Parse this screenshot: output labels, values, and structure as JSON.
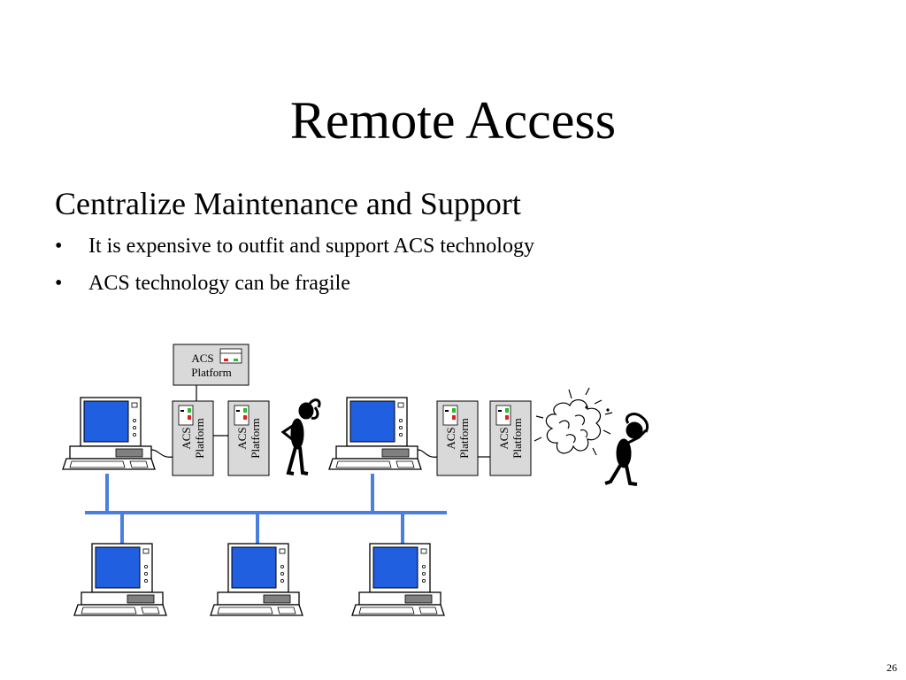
{
  "slide": {
    "title": "Remote Access",
    "heading": "Centralize Maintenance and Support",
    "bullets": [
      "It is expensive to outfit and support ACS technology",
      "ACS technology can be fragile"
    ],
    "bullet_glyph": "•",
    "page_number": "26"
  },
  "diagram": {
    "platform_line1": "ACS",
    "platform_line2": "Platform"
  },
  "colors": {
    "screen_blue": "#1F5FE0",
    "network_blue": "#4A7FE0",
    "platform_gray": "#D9D9D9",
    "led_green": "#2EB82E",
    "led_red": "#E02020"
  }
}
